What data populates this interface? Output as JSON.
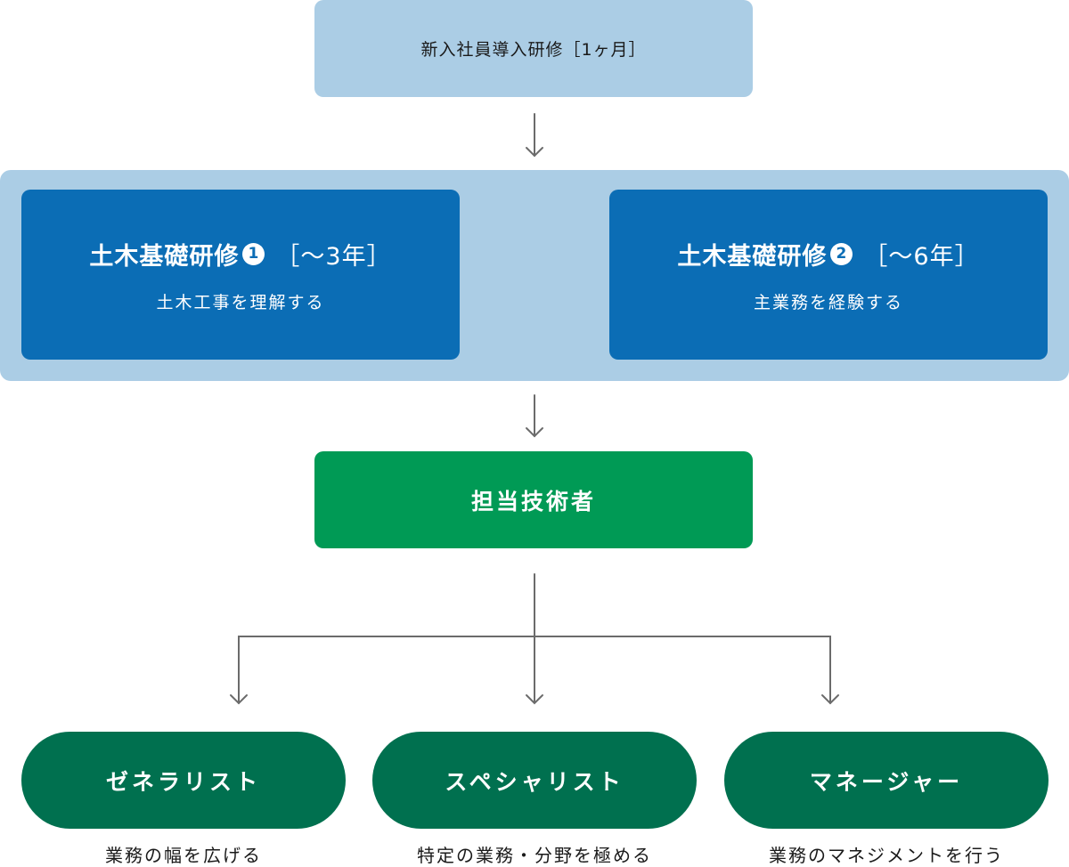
{
  "intro": {
    "label": "新入社員導入研修［1ヶ月］"
  },
  "stages": [
    {
      "title": "土木基礎研修",
      "number": "1",
      "period": "［〜3年］",
      "subtitle": "土木工事を理解する"
    },
    {
      "title": "土木基礎研修",
      "number": "2",
      "period": "［〜6年］",
      "subtitle": "主業務を経験する"
    }
  ],
  "engineer": {
    "label": "担当技術者"
  },
  "paths": [
    {
      "label": "ゼネラリスト",
      "caption": "業務の幅を広げる"
    },
    {
      "label": "スペシャリスト",
      "caption": "特定の業務・分野を極める"
    },
    {
      "label": "マネージャー",
      "caption": "業務のマネジメントを行う"
    }
  ],
  "colors": {
    "light_blue": "#abcde5",
    "blue": "#0b6db5",
    "green": "#009a55",
    "dark_green": "#00704f",
    "arrow_gray": "#6b6b6b"
  }
}
